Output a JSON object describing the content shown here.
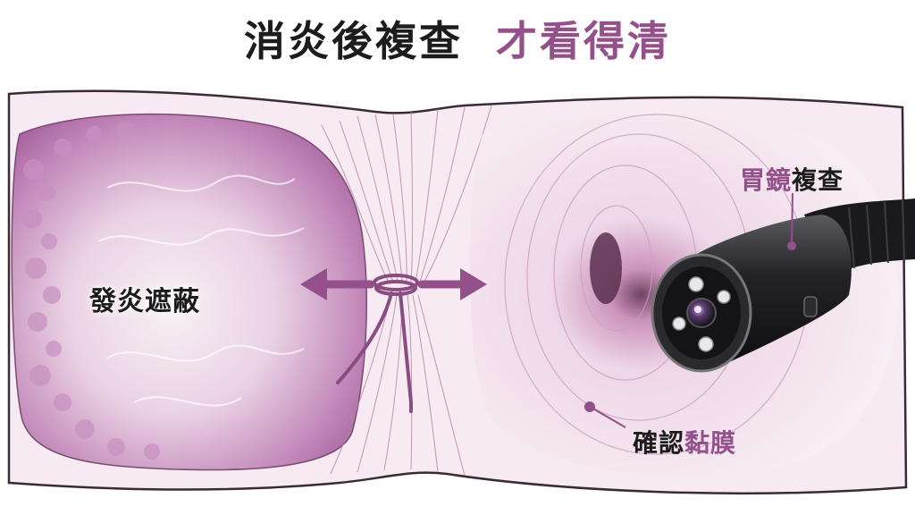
{
  "title": {
    "part1": "消炎後複查",
    "part2": "才看得清"
  },
  "labels": {
    "inflammation": "發炎遮蔽",
    "gastroscope_accent": "胃鏡",
    "gastroscope_rest": "複查",
    "confirm_rest": "確認",
    "confirm_accent": "黏膜"
  },
  "colors": {
    "accent": "#94508a",
    "text": "#1c1c1c",
    "tissue_light": "#f6e8f1",
    "tissue_mid": "#e2b9d3",
    "inflamed": "#b77ab0",
    "arrow": "#94508a",
    "scope_body": "#1e1e22"
  },
  "icons": [
    "left-arrow-icon",
    "right-arrow-icon",
    "tied-rope-icon",
    "endoscope-icon"
  ]
}
